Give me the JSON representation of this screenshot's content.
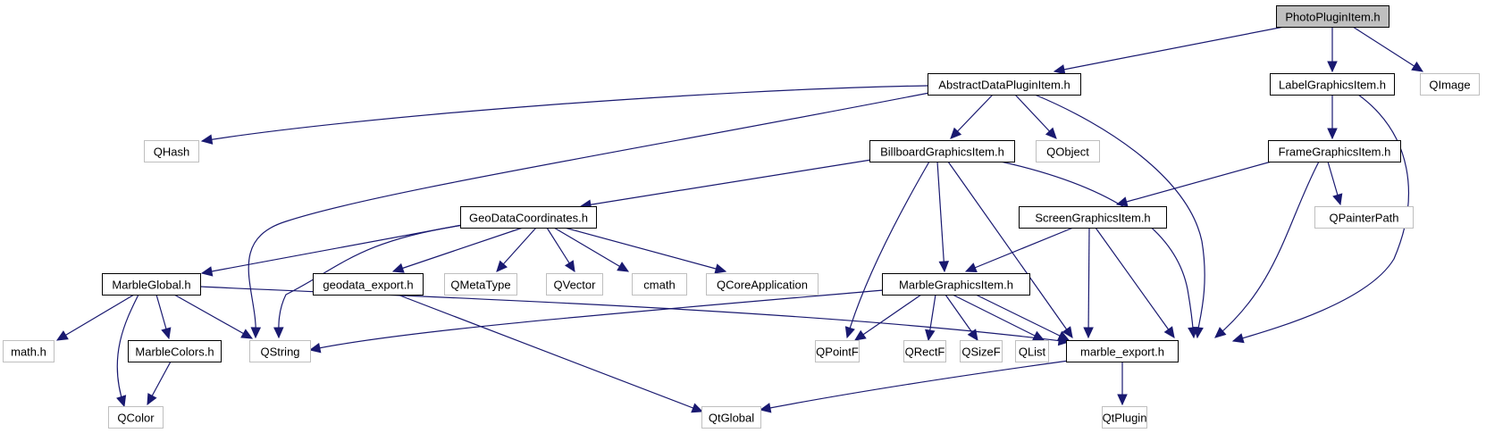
{
  "diagram": {
    "type": "include-dependency-graph",
    "colors": {
      "edge": "#191970",
      "root_fill": "#bfbfbf",
      "local_border": "#000000",
      "external_border": "#bfbfbf"
    },
    "nodes": [
      {
        "id": "PhotoPluginItem",
        "label": "PhotoPluginItem.h",
        "kind": "root"
      },
      {
        "id": "AbstractDataPluginItem",
        "label": "AbstractDataPluginItem.h",
        "kind": "local"
      },
      {
        "id": "LabelGraphicsItem",
        "label": "LabelGraphicsItem.h",
        "kind": "local"
      },
      {
        "id": "QImage",
        "label": "QImage",
        "kind": "external"
      },
      {
        "id": "QHash",
        "label": "QHash",
        "kind": "external"
      },
      {
        "id": "BillboardGraphicsItem",
        "label": "BillboardGraphicsItem.h",
        "kind": "local"
      },
      {
        "id": "QObject",
        "label": "QObject",
        "kind": "external"
      },
      {
        "id": "FrameGraphicsItem",
        "label": "FrameGraphicsItem.h",
        "kind": "local"
      },
      {
        "id": "GeoDataCoordinates",
        "label": "GeoDataCoordinates.h",
        "kind": "local"
      },
      {
        "id": "ScreenGraphicsItem",
        "label": "ScreenGraphicsItem.h",
        "kind": "local"
      },
      {
        "id": "QPainterPath",
        "label": "QPainterPath",
        "kind": "external"
      },
      {
        "id": "MarbleGlobal",
        "label": "MarbleGlobal.h",
        "kind": "local"
      },
      {
        "id": "geodata_export",
        "label": "geodata_export.h",
        "kind": "local"
      },
      {
        "id": "QMetaType",
        "label": "QMetaType",
        "kind": "external"
      },
      {
        "id": "QVector",
        "label": "QVector",
        "kind": "external"
      },
      {
        "id": "cmath",
        "label": "cmath",
        "kind": "external"
      },
      {
        "id": "QCoreApplication",
        "label": "QCoreApplication",
        "kind": "external"
      },
      {
        "id": "MarbleGraphicsItem",
        "label": "MarbleGraphicsItem.h",
        "kind": "local"
      },
      {
        "id": "math",
        "label": "math.h",
        "kind": "external"
      },
      {
        "id": "MarbleColors",
        "label": "MarbleColors.h",
        "kind": "local"
      },
      {
        "id": "QString",
        "label": "QString",
        "kind": "external"
      },
      {
        "id": "QPointF",
        "label": "QPointF",
        "kind": "external"
      },
      {
        "id": "QRectF",
        "label": "QRectF",
        "kind": "external"
      },
      {
        "id": "QSizeF",
        "label": "QSizeF",
        "kind": "external"
      },
      {
        "id": "QList",
        "label": "QList",
        "kind": "external"
      },
      {
        "id": "marble_export",
        "label": "marble_export.h",
        "kind": "local"
      },
      {
        "id": "QColor",
        "label": "QColor",
        "kind": "external"
      },
      {
        "id": "QtGlobal",
        "label": "QtGlobal",
        "kind": "external"
      },
      {
        "id": "QtPlugin",
        "label": "QtPlugin",
        "kind": "external"
      }
    ],
    "edges": [
      {
        "from": "PhotoPluginItem",
        "to": "AbstractDataPluginItem"
      },
      {
        "from": "PhotoPluginItem",
        "to": "LabelGraphicsItem"
      },
      {
        "from": "PhotoPluginItem",
        "to": "QImage"
      },
      {
        "from": "AbstractDataPluginItem",
        "to": "QHash"
      },
      {
        "from": "AbstractDataPluginItem",
        "to": "QString"
      },
      {
        "from": "AbstractDataPluginItem",
        "to": "BillboardGraphicsItem"
      },
      {
        "from": "AbstractDataPluginItem",
        "to": "QObject"
      },
      {
        "from": "AbstractDataPluginItem",
        "to": "marble_export"
      },
      {
        "from": "LabelGraphicsItem",
        "to": "FrameGraphicsItem"
      },
      {
        "from": "LabelGraphicsItem",
        "to": "marble_export"
      },
      {
        "from": "BillboardGraphicsItem",
        "to": "GeoDataCoordinates"
      },
      {
        "from": "BillboardGraphicsItem",
        "to": "QPointF"
      },
      {
        "from": "BillboardGraphicsItem",
        "to": "MarbleGraphicsItem"
      },
      {
        "from": "BillboardGraphicsItem",
        "to": "QList"
      },
      {
        "from": "BillboardGraphicsItem",
        "to": "marble_export"
      },
      {
        "from": "FrameGraphicsItem",
        "to": "ScreenGraphicsItem"
      },
      {
        "from": "FrameGraphicsItem",
        "to": "QPainterPath"
      },
      {
        "from": "FrameGraphicsItem",
        "to": "marble_export"
      },
      {
        "from": "GeoDataCoordinates",
        "to": "MarbleGlobal"
      },
      {
        "from": "GeoDataCoordinates",
        "to": "QString"
      },
      {
        "from": "GeoDataCoordinates",
        "to": "geodata_export"
      },
      {
        "from": "GeoDataCoordinates",
        "to": "QMetaType"
      },
      {
        "from": "GeoDataCoordinates",
        "to": "QVector"
      },
      {
        "from": "GeoDataCoordinates",
        "to": "cmath"
      },
      {
        "from": "GeoDataCoordinates",
        "to": "QCoreApplication"
      },
      {
        "from": "ScreenGraphicsItem",
        "to": "MarbleGraphicsItem"
      },
      {
        "from": "ScreenGraphicsItem",
        "to": "QList"
      },
      {
        "from": "ScreenGraphicsItem",
        "to": "marble_export"
      },
      {
        "from": "MarbleGlobal",
        "to": "math"
      },
      {
        "from": "MarbleGlobal",
        "to": "QColor"
      },
      {
        "from": "MarbleGlobal",
        "to": "MarbleColors"
      },
      {
        "from": "MarbleGlobal",
        "to": "QString"
      },
      {
        "from": "MarbleGlobal",
        "to": "marble_export"
      },
      {
        "from": "geodata_export",
        "to": "QtGlobal"
      },
      {
        "from": "MarbleGraphicsItem",
        "to": "QString"
      },
      {
        "from": "MarbleGraphicsItem",
        "to": "QPointF"
      },
      {
        "from": "MarbleGraphicsItem",
        "to": "QRectF"
      },
      {
        "from": "MarbleGraphicsItem",
        "to": "QSizeF"
      },
      {
        "from": "MarbleGraphicsItem",
        "to": "QList"
      },
      {
        "from": "MarbleGraphicsItem",
        "to": "marble_export"
      },
      {
        "from": "MarbleColors",
        "to": "QColor"
      },
      {
        "from": "marble_export",
        "to": "QtGlobal"
      },
      {
        "from": "marble_export",
        "to": "QtPlugin"
      }
    ]
  }
}
